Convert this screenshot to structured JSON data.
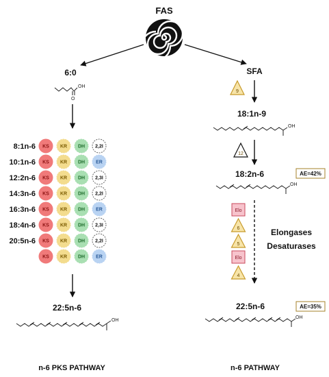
{
  "top": {
    "title": "FAS"
  },
  "left": {
    "start": "6:0",
    "acid_label": "OH",
    "rows": [
      {
        "label": "8:1n-6",
        "domains": [
          "KS",
          "KR",
          "DH",
          "2,2I"
        ]
      },
      {
        "label": "10:1n-6",
        "domains": [
          "KS",
          "KR",
          "DH",
          "ER"
        ]
      },
      {
        "label": "12:2n-6",
        "domains": [
          "KS",
          "KR",
          "DH",
          "2,3I"
        ]
      },
      {
        "label": "14:3n-6",
        "domains": [
          "KS",
          "KR",
          "DH",
          "2,2I"
        ]
      },
      {
        "label": "16:3n-6",
        "domains": [
          "KS",
          "KR",
          "DH",
          "ER"
        ]
      },
      {
        "label": "18:4n-6",
        "domains": [
          "KS",
          "KR",
          "DH",
          "2,3I"
        ]
      },
      {
        "label": "20:5n-6",
        "domains": [
          "KS",
          "KR",
          "DH",
          "2,2I"
        ]
      },
      {
        "label": "",
        "domains": [
          "KS",
          "KR",
          "DH",
          "ER"
        ]
      }
    ],
    "product": "22:5n-6",
    "footer": "n-6 PKS PATHWAY"
  },
  "right": {
    "start": "SFA",
    "delta9": "9",
    "oleic": "18:1n-9",
    "delta12": "12",
    "linoleic": "18:2n-6",
    "ae1": "AE=42%",
    "enzymes": [
      {
        "kind": "box",
        "label": "Elo"
      },
      {
        "kind": "tri",
        "label": "6"
      },
      {
        "kind": "tri",
        "label": "5"
      },
      {
        "kind": "box",
        "label": "Elo"
      },
      {
        "kind": "tri",
        "label": "4"
      }
    ],
    "enzyme_caption_1": "Elongases",
    "enzyme_caption_2": "Desaturases",
    "product": "22:5n-6",
    "ae2": "AE=35%",
    "footer": "n-6 PATHWAY"
  },
  "colors": {
    "KS": "#f07a7a",
    "KR": "#f3dc8e",
    "DH": "#a9dfb2",
    "ER": "#b9d3f2",
    "triangle_fill": "#f7e4a8",
    "triangle_stroke": "#c79a2a",
    "elo_fill": "#f7c3cc",
    "elo_stroke": "#c84a5c",
    "ae_border": "#a5822a"
  }
}
